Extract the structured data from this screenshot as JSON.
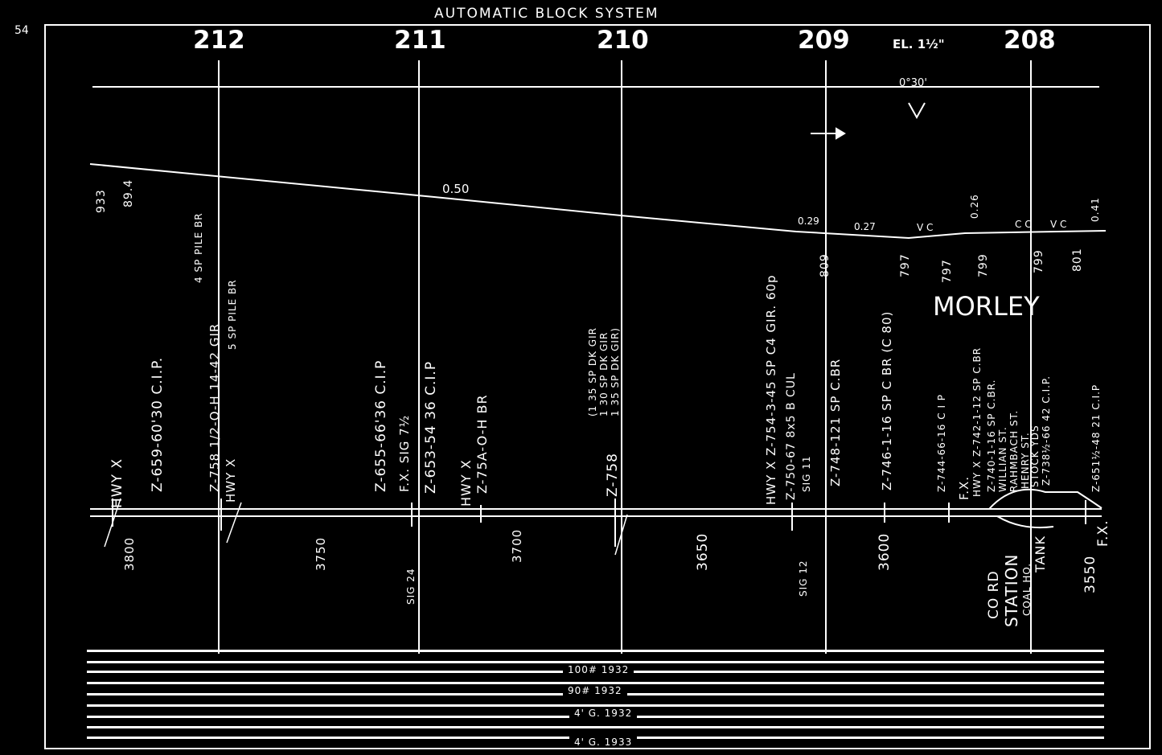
{
  "title": "AUTOMATIC BLOCK SYSTEM",
  "corner": "54",
  "mileposts": [
    "212",
    "211",
    "210",
    "209",
    "208"
  ],
  "elevation_note": "EL. 1½\"",
  "curve_note": "0°30'",
  "grade": {
    "start_elev": [
      "933",
      "89.4"
    ],
    "main_grade": "0.50",
    "labels": [
      "0.29",
      "0.27",
      "V C",
      "0.26",
      "C C",
      "V C",
      "0.41"
    ],
    "elevations": [
      "809",
      "797",
      "797",
      "799",
      "799",
      "801"
    ]
  },
  "station_name": "MORLEY",
  "stations": [
    "3800",
    "3750",
    "3700",
    "3650",
    "3600",
    "3550"
  ],
  "structures": [
    "HWY X",
    "Z-659-60'30 C.I.P.",
    "Z-758 1/2-O-H 14-42 GIR",
    "4 SP PILE BR",
    "5 SP PILE BR",
    "HWY X",
    "Z-655-66'36 C.I.P",
    "F.X. SIG 7½",
    "Z-653-54 36 C.I.P",
    "HWY X",
    "Z-75A-O-H BR",
    "(1 35 SP DK GIR",
    "1 30 SP DK GIR",
    "1 35 SP DK GIR)",
    "Z-758",
    "HWY X Z-754-3-45 SP C4 GIR. 60p",
    "Z-750-67 8x5 B CUL",
    "SIG 11",
    "Z-748-121 SP C.BR",
    "Z-746-1-16 SP C BR (C 80)",
    "Z-744-66-16 C I P",
    "F.X.",
    "HWY X Z-742-1-12 SP C.BR",
    "Z-740-1-16 SP C.BR.",
    "WILLIAN ST.",
    "RAHMBACH ST.",
    "HENRY ST.",
    "STOCK YDS",
    "Z-738½-66 42 C.I.P.",
    "Z-651½-48 21 C.I.P"
  ],
  "signals": [
    "SIG 24",
    "SIG 12"
  ],
  "station_facilities": [
    "CO RD",
    "STATION",
    "COAL HO.",
    "TANK",
    "F.X."
  ],
  "bands": [
    "100# 1932",
    "90# 1932",
    "4' G. 1932",
    "4' G. 1933"
  ]
}
